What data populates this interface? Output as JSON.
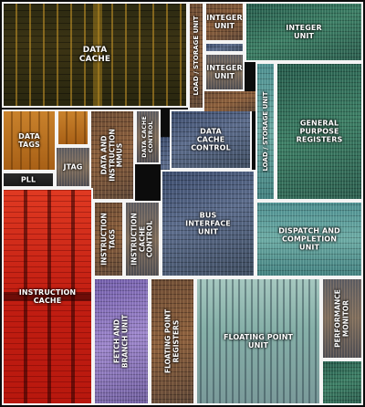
{
  "blocks": {
    "data_cache": "DATA\nCACHE",
    "data_tags": "DATA\nTAGS",
    "pll": "PLL",
    "jtag": "JTAG",
    "data_instruction_mmus": "DATA AND\nINSTRUCTION\nMMUS",
    "data_cache_control": "DATA CACHE\nCONTROL",
    "load_storage_unit_top": "LOAD / STORAGE UNIT",
    "integer_unit_a": "INTEGER\nUNIT",
    "integer_unit_b": "INTEGER\nUNIT",
    "integer_unit_c": "INTEGER\nUNIT",
    "data_cache_control_main": "DATA\nCACHE\nCONTROL",
    "load_storage_unit_mid": "LOAD / STORAGE UNIT",
    "general_purpose_registers": "GENERAL\nPURPOSE\nREGISTERS",
    "instruction_tags": "INSTRUCTION\nTAGS",
    "instruction_cache_control": "INSTRUCTION\nCACHE\nCONTROL",
    "bus_interface_unit": "BUS\nINTERFACE\nUNIT",
    "dispatch_completion_unit": "DISPATCH AND\nCOMPLETION\nUNIT",
    "instruction_cache": "INSTRUCTION\nCACHE",
    "fetch_branch_unit": "FETCH AND\nBRANCH UNIT",
    "floating_point_registers": "FLOATING POINT\nREGISTERS",
    "floating_point_unit": "FLOATING POINT\nUNIT",
    "performance_monitor": "PERFORMANCE\nMONITOR"
  }
}
